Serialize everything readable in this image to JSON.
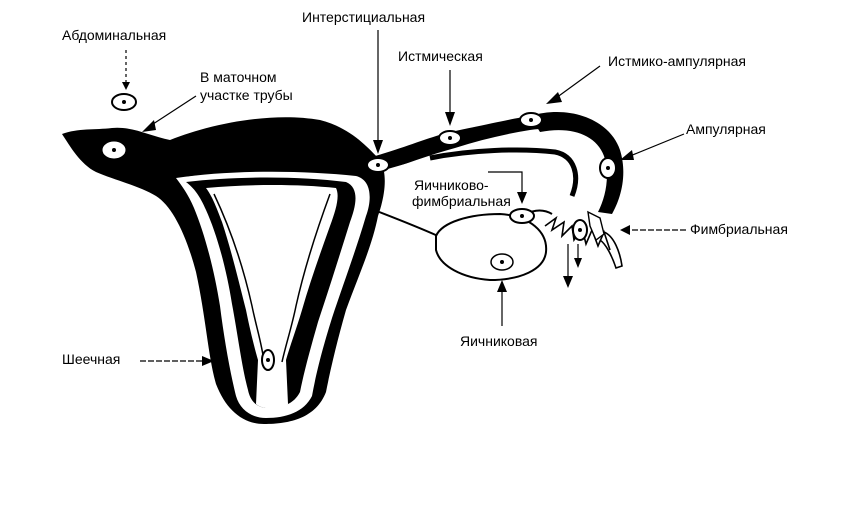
{
  "colors": {
    "ink": "#000000",
    "paper": "#ffffff"
  },
  "labels": {
    "abdominal": "Абдоминальная",
    "uterine_part_line1": "В маточном",
    "uterine_part_line2": "участке трубы",
    "interstitial": "Интерстициальная",
    "isthmic": "Истмическая",
    "isthmic_ampullary": "Истмико-ампулярная",
    "ampullary": "Ампулярная",
    "ovarian_fimbrial_line1": "Яичниково-",
    "ovarian_fimbrial_line2": "фимбриальная",
    "fimbrial": "Фимбриальная",
    "ovarian": "Яичниковая",
    "cervical": "Шеечная"
  }
}
